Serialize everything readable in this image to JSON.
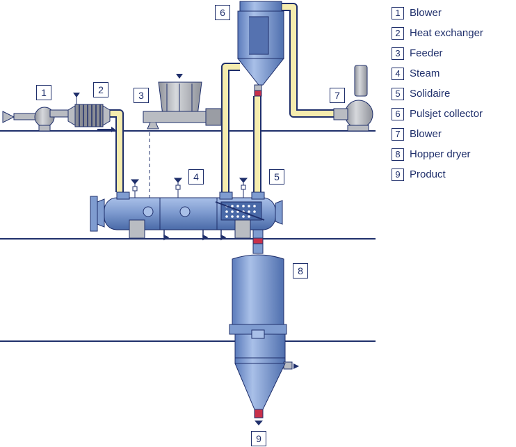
{
  "legend": [
    {
      "num": "1",
      "label": "Blower"
    },
    {
      "num": "2",
      "label": "Heat exchanger"
    },
    {
      "num": "3",
      "label": "Feeder"
    },
    {
      "num": "4",
      "label": "Steam"
    },
    {
      "num": "5",
      "label": "Solidaire"
    },
    {
      "num": "6",
      "label": "Pulsjet collector"
    },
    {
      "num": "7",
      "label": "Blower"
    },
    {
      "num": "8",
      "label": "Hopper dryer"
    },
    {
      "num": "9",
      "label": "Product"
    }
  ],
  "callouts": {
    "blower_1": "1",
    "heat_exchanger": "2",
    "feeder": "3",
    "steam": "4",
    "solidaire": "5",
    "pulsjet_collector": "6",
    "blower_7": "7",
    "hopper_dryer": "8",
    "product": "9"
  },
  "colors": {
    "vessel": "#7f9cd0",
    "vessel_dark": "#4a6aa8",
    "duct": "#f5ecae",
    "outline": "#1f2f6b",
    "machine": "#b9bcc2",
    "valve": "#c8304a"
  }
}
